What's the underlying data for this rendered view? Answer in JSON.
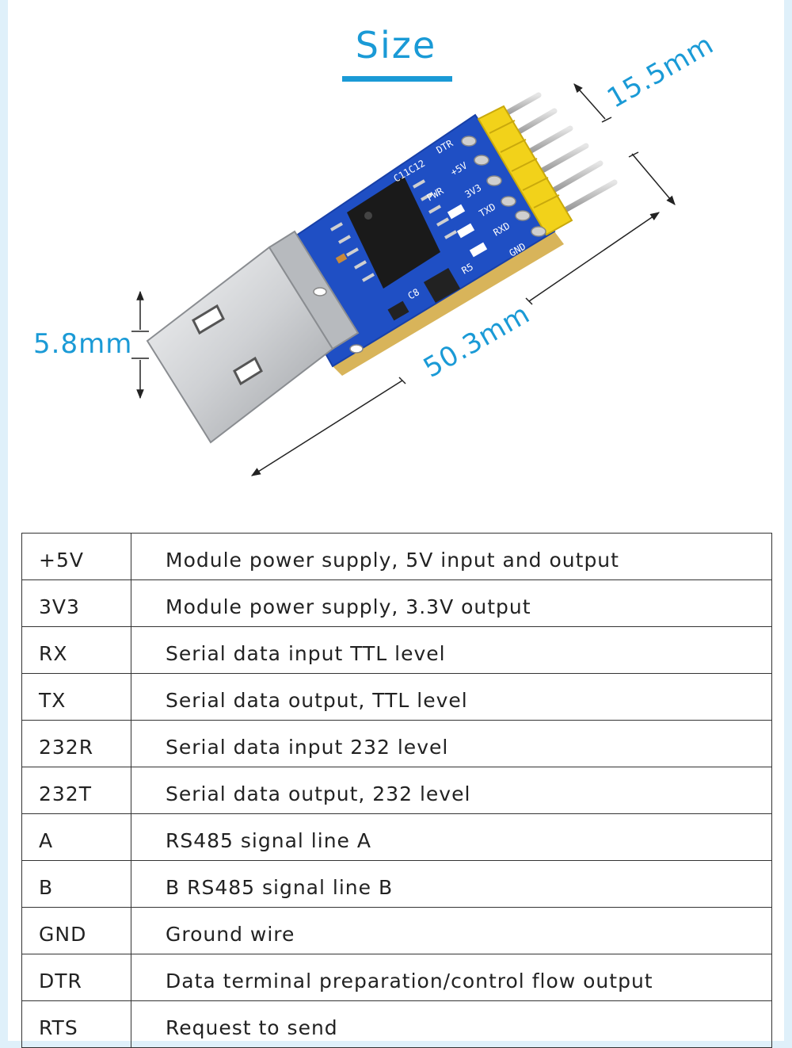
{
  "header": {
    "title": "Size"
  },
  "dimensions": {
    "width_label": "15.5mm",
    "length_label": "50.3mm",
    "height_label": "5.8mm"
  },
  "board": {
    "silkscreen": [
      "DTR",
      "+5V",
      "3V3",
      "TXD",
      "RXD",
      "GND",
      "PWR",
      "C8",
      "R5",
      "C11C12"
    ]
  },
  "colors": {
    "accent": "#1a9ad6",
    "pcb": "#1f4fc4",
    "header": "#f2d21a",
    "pins": "#b8b8b8",
    "usb": "#d9dadc"
  },
  "pin_table": {
    "rows": [
      {
        "pin": "+5V",
        "description": "Module power supply, 5V input and output"
      },
      {
        "pin": "3V3",
        "description": "Module power supply, 3.3V output"
      },
      {
        "pin": "RX",
        "description": "Serial data input TTL level"
      },
      {
        "pin": "TX",
        "description": "Serial data output, TTL level"
      },
      {
        "pin": "232R",
        "description": "Serial data input 232 level"
      },
      {
        "pin": "232T",
        "description": "Serial data output, 232 level"
      },
      {
        "pin": "A",
        "description": "RS485 signal line A"
      },
      {
        "pin": "B",
        "description": "B RS485 signal line B"
      },
      {
        "pin": "GND",
        "description": "Ground wire"
      },
      {
        "pin": "DTR",
        "description": "Data terminal preparation/control flow output"
      },
      {
        "pin": "RTS",
        "description": "Request to send"
      }
    ]
  }
}
